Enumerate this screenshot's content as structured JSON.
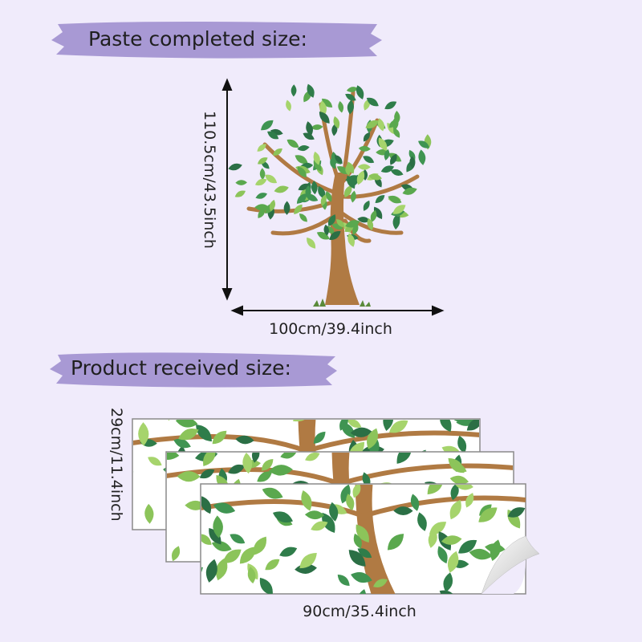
{
  "completed": {
    "banner_label": "Paste completed size:",
    "height_label": "110.5cm/43.5inch",
    "width_label": "100cm/39.4inch"
  },
  "received": {
    "banner_label": "Product received size:",
    "height_label": "29cm/11.4inch",
    "width_label": "90cm/35.4inch",
    "sheet_count": 3
  },
  "colors": {
    "background": "#f0ebfb",
    "banner": "#a899d4",
    "trunk": "#b07a43",
    "leaf_dark": "#2f7d4a",
    "leaf_light": "#8cc45a"
  }
}
